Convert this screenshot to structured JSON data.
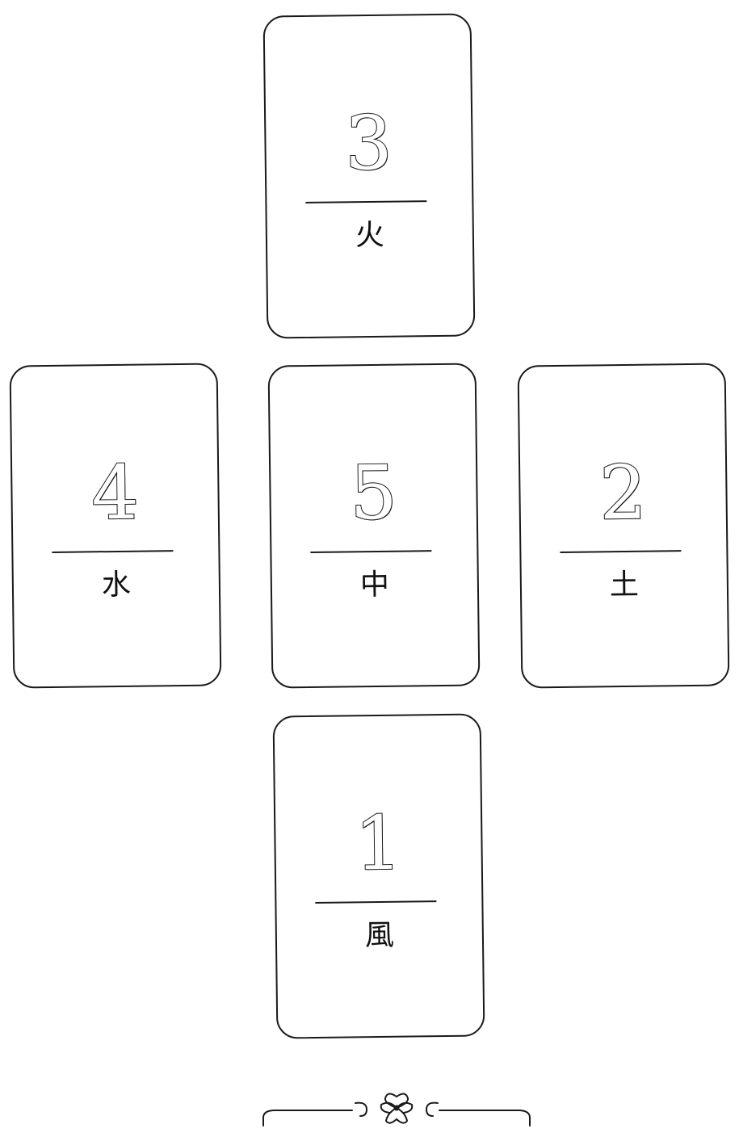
{
  "cards": {
    "top": {
      "number": "3",
      "label": "火"
    },
    "left": {
      "number": "4",
      "label": "水"
    },
    "center": {
      "number": "5",
      "label": "中"
    },
    "right": {
      "number": "2",
      "label": "土"
    },
    "bottom": {
      "number": "1",
      "label": "風"
    }
  },
  "colors": {
    "line": "#1a1a1a",
    "background": "#ffffff"
  },
  "icons": {
    "ornament": "heart-knot-ornament-icon"
  }
}
